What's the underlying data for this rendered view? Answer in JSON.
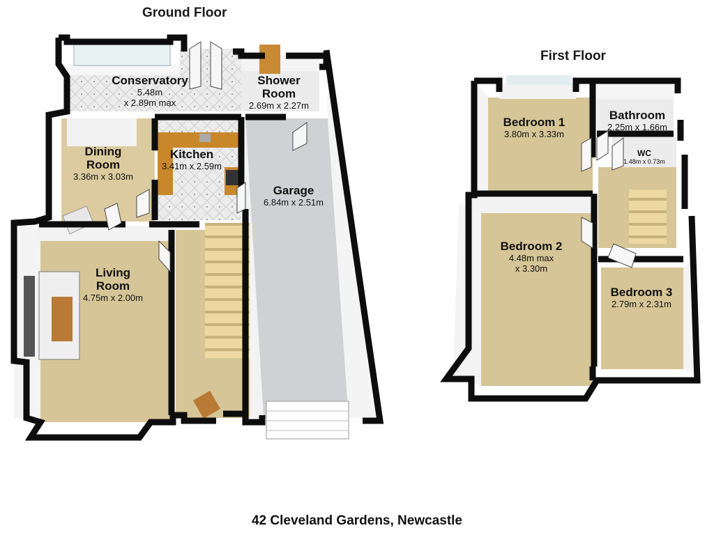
{
  "floors": {
    "ground": {
      "title": "Ground Floor",
      "rooms": [
        {
          "name": "Conservatory",
          "dim1": "5.48m",
          "dim2": "x 2.89m max"
        },
        {
          "name": "Shower",
          "name2": "Room",
          "dim1": "2.69m x 2.27m"
        },
        {
          "name": "Dining",
          "name2": "Room",
          "dim1": "3.36m x 3.03m"
        },
        {
          "name": "Kitchen",
          "dim1": "3.41m x 2.59m"
        },
        {
          "name": "Garage",
          "dim1": "6.84m x 2.51m"
        },
        {
          "name": "Living",
          "name2": "Room",
          "dim1": "4.75m x 2.00m"
        }
      ]
    },
    "first": {
      "title": "First Floor",
      "rooms": [
        {
          "name": "Bedroom 1",
          "dim1": "3.80m x 3.33m"
        },
        {
          "name": "Bathroom",
          "dim1": "2.25m x 1.66m"
        },
        {
          "name": "WC",
          "dim1": "1.48m x 0.73m"
        },
        {
          "name": "Bedroom 2",
          "dim1": "4.48m max",
          "dim2": "x 3.30m"
        },
        {
          "name": "Bedroom 3",
          "dim1": "2.79m x 2.31m"
        }
      ]
    }
  },
  "caption": "42 Cleveland Gardens, Newcastle",
  "colors": {
    "wall": "#0d0d0d",
    "wall_inner": "#f1f1f1",
    "carpet": "#d9c9a0",
    "tile": "#e4e4e4",
    "garage_floor": "#cfd0d4",
    "worktop": "#c9872c",
    "stair": "#e8d49a",
    "window": "#cfe5e8"
  }
}
